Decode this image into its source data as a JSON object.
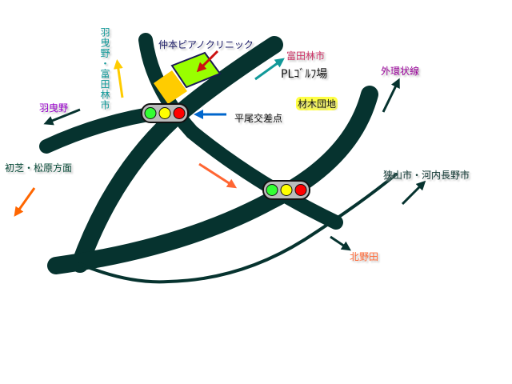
{
  "labels": {
    "clinic": "仲本ピアノクリニック",
    "habikino_tonda": "羽曳野・富田林市",
    "tondabayashi": "富田林市",
    "pl_golf": "PLｺﾞﾙﾌ場",
    "zaimoku": "材木団地",
    "hirao": "平尾交差点",
    "habikino": "羽曳野",
    "hatsushiba": "初芝・松原方面",
    "gaikan": "外環状線",
    "sayama": "狭山市・河内長野市",
    "kitano": "北野田"
  },
  "colors": {
    "road": "#06332f",
    "clinic_fill": "#99ff00",
    "parking_fill": "#ffcc00",
    "light_green": "#33ff33",
    "light_yellow": "#ffff00",
    "light_red": "#ff0000"
  }
}
